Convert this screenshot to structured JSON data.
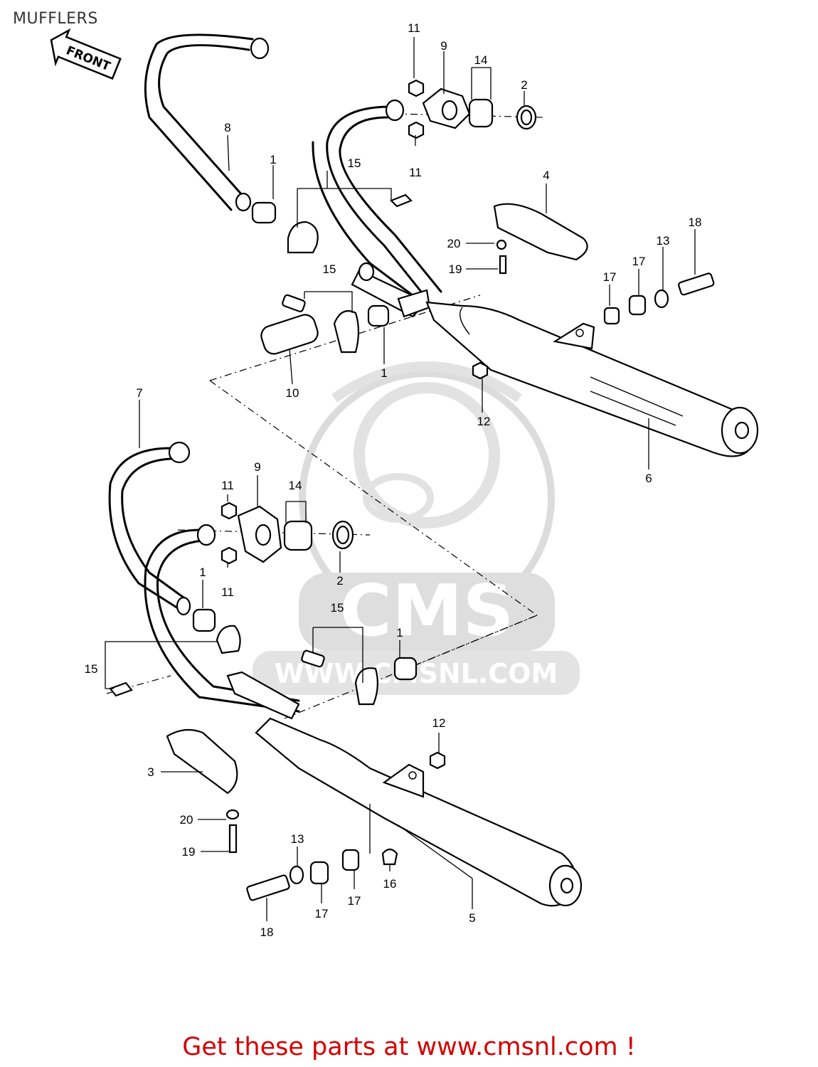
{
  "page": {
    "title": "MUFFLERS",
    "front_arrow_label": "FRONT",
    "footer_link_text": "Get these parts at www.cmsnl.com !"
  },
  "watermark": {
    "brand": "CMS",
    "url_text": "WWW.CMSNL.COM"
  },
  "colors": {
    "footer": "#d40000",
    "watermark": "#d9d9d9",
    "line": "#000000"
  },
  "callouts": {
    "top_11a": "11",
    "top_9": "9",
    "top_14": "14",
    "top_2": "2",
    "top_8": "8",
    "top_1a": "1",
    "top_15a": "15",
    "top_11b": "11",
    "top_4": "4",
    "top_18": "18",
    "top_20": "20",
    "top_13": "13",
    "top_19": "19",
    "top_17a": "17",
    "top_17b": "17",
    "top_15b": "15",
    "top_1b": "1",
    "top_10": "10",
    "top_12": "12",
    "top_6": "6",
    "bot_7": "7",
    "bot_9": "9",
    "bot_11a": "11",
    "bot_14": "14",
    "bot_11b": "11",
    "bot_2": "2",
    "bot_1a": "1",
    "bot_15a": "15",
    "bot_1b": "1",
    "bot_15b": "15",
    "bot_12": "12",
    "bot_3": "3",
    "bot_20": "20",
    "bot_19": "19",
    "bot_13": "13",
    "bot_17a": "17",
    "bot_17b": "17",
    "bot_16": "16",
    "bot_5": "5",
    "bot_18": "18"
  }
}
